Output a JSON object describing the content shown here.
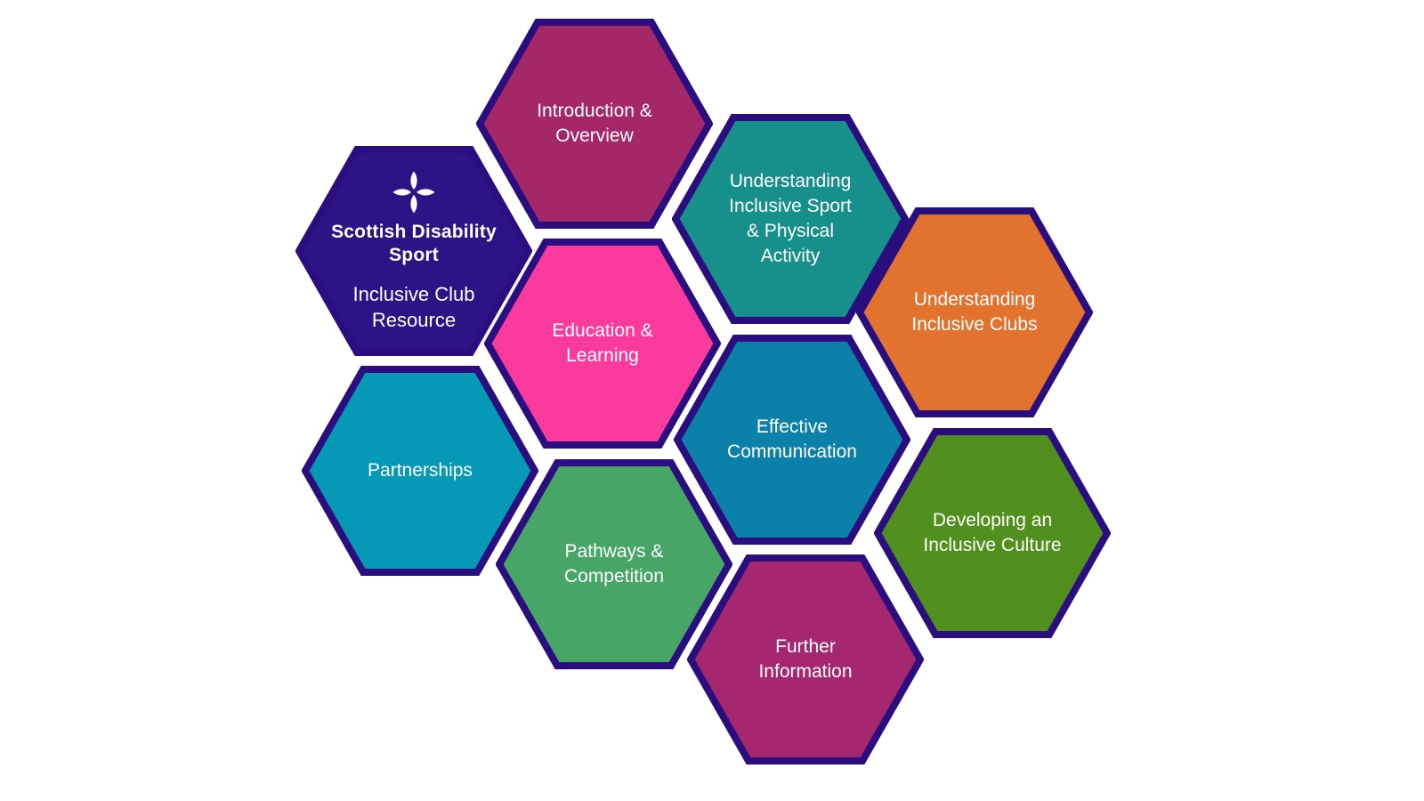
{
  "title": "Scottish Disability Sport Inclusive Club Resource",
  "colors": {
    "background": "#FFFFFF",
    "hex_border": "#2A0E80",
    "text": "#FFFFFF"
  },
  "brand": {
    "color": "#2D1486",
    "logo_icon": "sds-four-petal-flower",
    "org_lines": [
      "Scottish Disability",
      "Sport"
    ],
    "resource_lines": [
      "Inclusive Club",
      "Resource"
    ]
  },
  "hexes": [
    {
      "id": "introduction-overview",
      "color": "#A42767",
      "label": "Introduction & Overview",
      "lines": [
        "Introduction &",
        "Overview"
      ]
    },
    {
      "id": "understanding-inclusive-sport",
      "color": "#17908B",
      "label": "Understanding Inclusive Sport & Physical Activity",
      "lines": [
        "Understanding",
        "Inclusive Sport",
        "& Physical",
        "Activity"
      ]
    },
    {
      "id": "education-learning",
      "color": "#FA3A9D",
      "label": "Education & Learning",
      "lines": [
        "Education &",
        "Learning"
      ]
    },
    {
      "id": "understanding-inclusive-clubs",
      "color": "#E2732E",
      "label": "Understanding Inclusive Clubs",
      "lines": [
        "Understanding",
        "Inclusive Clubs"
      ]
    },
    {
      "id": "effective-communication",
      "color": "#0B81A9",
      "label": "Effective Communication",
      "lines": [
        "Effective",
        "Communication"
      ]
    },
    {
      "id": "partnerships",
      "color": "#0599B5",
      "label": "Partnerships",
      "lines": [
        "Partnerships"
      ]
    },
    {
      "id": "pathways-competition",
      "color": "#47A565",
      "label": "Pathways & Competition",
      "lines": [
        "Pathways &",
        "Competition"
      ]
    },
    {
      "id": "developing-inclusive-culture",
      "color": "#51901F",
      "label": "Developing an Inclusive Culture",
      "lines": [
        "Developing an",
        "Inclusive Culture"
      ]
    },
    {
      "id": "further-information",
      "color": "#A5276F",
      "label": "Further Information",
      "lines": [
        "Further",
        "Information"
      ]
    }
  ]
}
